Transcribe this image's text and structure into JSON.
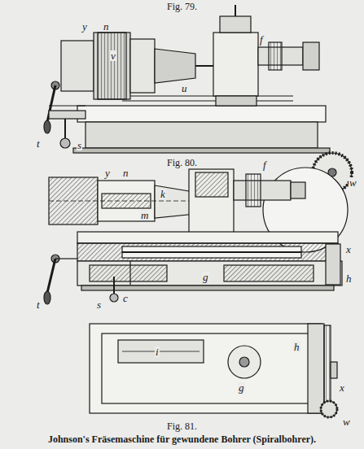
{
  "diagram": {
    "caption": "Johnson's Fräsemaschine für gewundene Bohrer (Spiralbohrer).",
    "labels": [
      "Fig. 79.",
      "y",
      "n",
      "v",
      "f",
      "u",
      "t",
      "s",
      "w",
      "Fig. 80.",
      "y",
      "n",
      "k",
      "m",
      "f",
      "x",
      "g",
      "h",
      "t",
      "s",
      "c",
      "i",
      "g",
      "h",
      "x",
      "w",
      "Fig. 81."
    ]
  }
}
